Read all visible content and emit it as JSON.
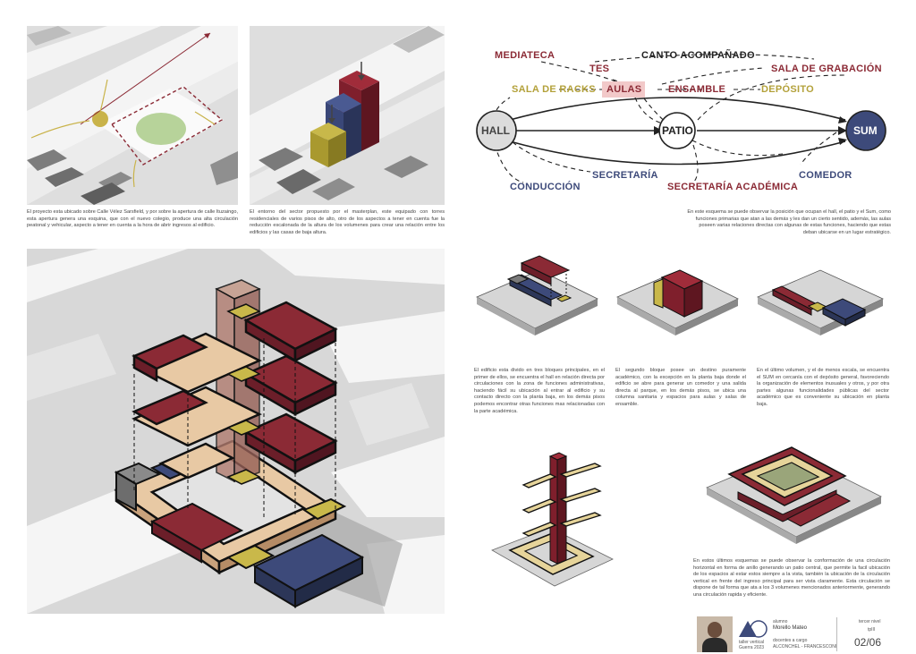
{
  "diagram": {
    "nodes": {
      "hall": "HALL",
      "patio": "PATIO",
      "sum": "SUM"
    },
    "labels": {
      "mediateca": "MEDIATECA",
      "canto": "CANTO ACOMPAÑADO",
      "tes": "TES",
      "grabacion": "SALA DE GRABACIÓN",
      "racks": "SALA DE RACKS",
      "aulas": "AULAS",
      "ensamble": "ENSAMBLE",
      "deposito": "DEPÓSITO",
      "secretaria": "SECRETARÍA",
      "conduccion": "CONDUCCIÓN",
      "secretaria_academica": "SECRETARÍA ACADÉMICA",
      "comedor": "COMEDOR"
    },
    "colors": {
      "red": "#8b2a35",
      "olive": "#b3a13a",
      "navy": "#3d4a7a",
      "dark": "#222222"
    }
  },
  "captions": {
    "site": "El proyecto esta ubicado sobre Calle Vélez Sarsfield, y por sobre la apertura de calle Ituzaingo, esta apertura genera una esquina, que con el nuevo colegio, produce una alta circulación peatonal y vehicular, aspecto a tener en cuenta a la hora de abrir ingresos al edificio.",
    "context": "El entorno del sector propuesto por el masterplan, este equipado con torres residenciales de varios pisos de alto, otro de los aspectos a tener en cuenta fue la reducción escalonada de la altura de los volumenes para crear una relación entre los edificios y las casas de baja altura.",
    "diagram": "En este esquema se puede observar la posición que ocupan el hall, el patio y el Sum, como funciones primarias que atan a las demás y les dan un cierto sentido, además, las aulas poseen varias relaciones directas con algunas de estas funciones, haciendo que estas deban ubicarse en un lugar estratégico.",
    "block1": "El edificio esta divido en tres bloques principales, en el primer de ellos, se encuentra el hall en relación directa por circulaciones con la zona de funciones administrativas, haciendo fácil su ubicación al entrar al edificio y su contacto directo con la planta baja, en los demás pisos podemos encontrar otras funciones mas relacionadas con la parte académica.",
    "block2": "El segundo bloque posee un destino puramente académico, con la excepción en la planta baja donde el edificio se abre para generar un comedor y una salida directa al parque, en los demás pisos, se ubica una columna sanitaria y espacios para aulas y salas de ensamble.",
    "block3": "En el último volumen, y el de menos escala, se encuentra el SUM en cercanía con el depósito general, favoreciendo la organización de elementos inusuales y otros, y por otra partes algunas funcionalidades públicas del sector académico que es conveniente su ubicación en planta baja.",
    "circulation": "En estos últimos esquemas se puede observar la conformación de una circulación horizontal en forma de anillo generando un patio central, que permite la facil ubicación de los espacios al estar estos siempre a la vista, también la ubicación de la circulación vertical en frente del ingreso principal para ser vista claramente. Esta circulación se dispone de tal forma que ata a los 3 volumenes mencionados anteriormente, generando una circulación rapida y eficiente."
  },
  "footer": {
    "workshop": [
      "taller vertical",
      "Guerra 2023"
    ],
    "student_label": "alumno",
    "student_name": "Morello Mateo",
    "docentes_label": "docentes a cargo",
    "docentes": "ALCONCHEL - FRANCESCONI",
    "level": "tercer nivel",
    "tp": "tpIII",
    "page": "02/06"
  }
}
